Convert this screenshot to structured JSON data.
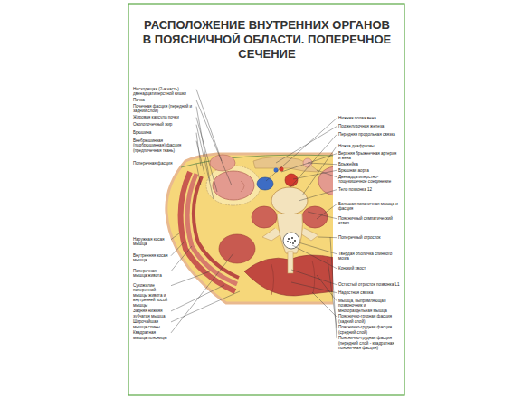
{
  "diagram": {
    "title": "РАСПОЛОЖЕНИЕ ВНУТРЕННИХ ОРГАНОВ В ПОЯСНИЧНОЙ ОБЛАСТИ. ПОПЕРЕЧНОЕ СЕЧЕНИЕ",
    "labels": [
      "Нисходящая (2-я часть) двенадцатиперстной кишки",
      "Почка",
      "Почечная фасция (передний и задний слои)",
      "Жировая капсула почки",
      "Околопочечный жир",
      "Брюшина",
      "Внебрюшинная (подбрюшинная) фасция (предпочечная ткань)",
      "Поперечная фасция",
      "Наружная косая мышца",
      "Внутренняя косая мышца",
      "Поперечная мышца живота",
      "Сухожилие поперечной мышцы живота и внутренней косой мышцы",
      "Задняя нижняя зубчатая мышца",
      "Широчайшая мышца спины",
      "Квадратная мышца поясницы",
      "Нижняя полая вена",
      "Поджелудочная железа",
      "Передняя продольная связка",
      "Ножка диафрагмы",
      "Верхняя брыжеечная артерия и вена",
      "Брыжейка",
      "Брюшная аорта",
      "Двенадцатиперстно-тощекишечное соединение",
      "Тело позвонка 12",
      "Большая поясничная мышца и фасция",
      "Поясничный симпатический ствол",
      "Поперечный отросток",
      "Твердая оболочка спинного мозга",
      "Конский хвост",
      "Остистый отросток позвонка L1",
      "Надостная связка",
      "Мышца, выпрямляющая позвоночник и многораздельная мышца",
      "Пояснично-грудная фасция (задний слой)",
      "Пояснично-грудная фасция (средний слой)",
      "Пояснично-грудная фасция (передний слой - квадратная поясничная фасция)"
    ]
  }
}
